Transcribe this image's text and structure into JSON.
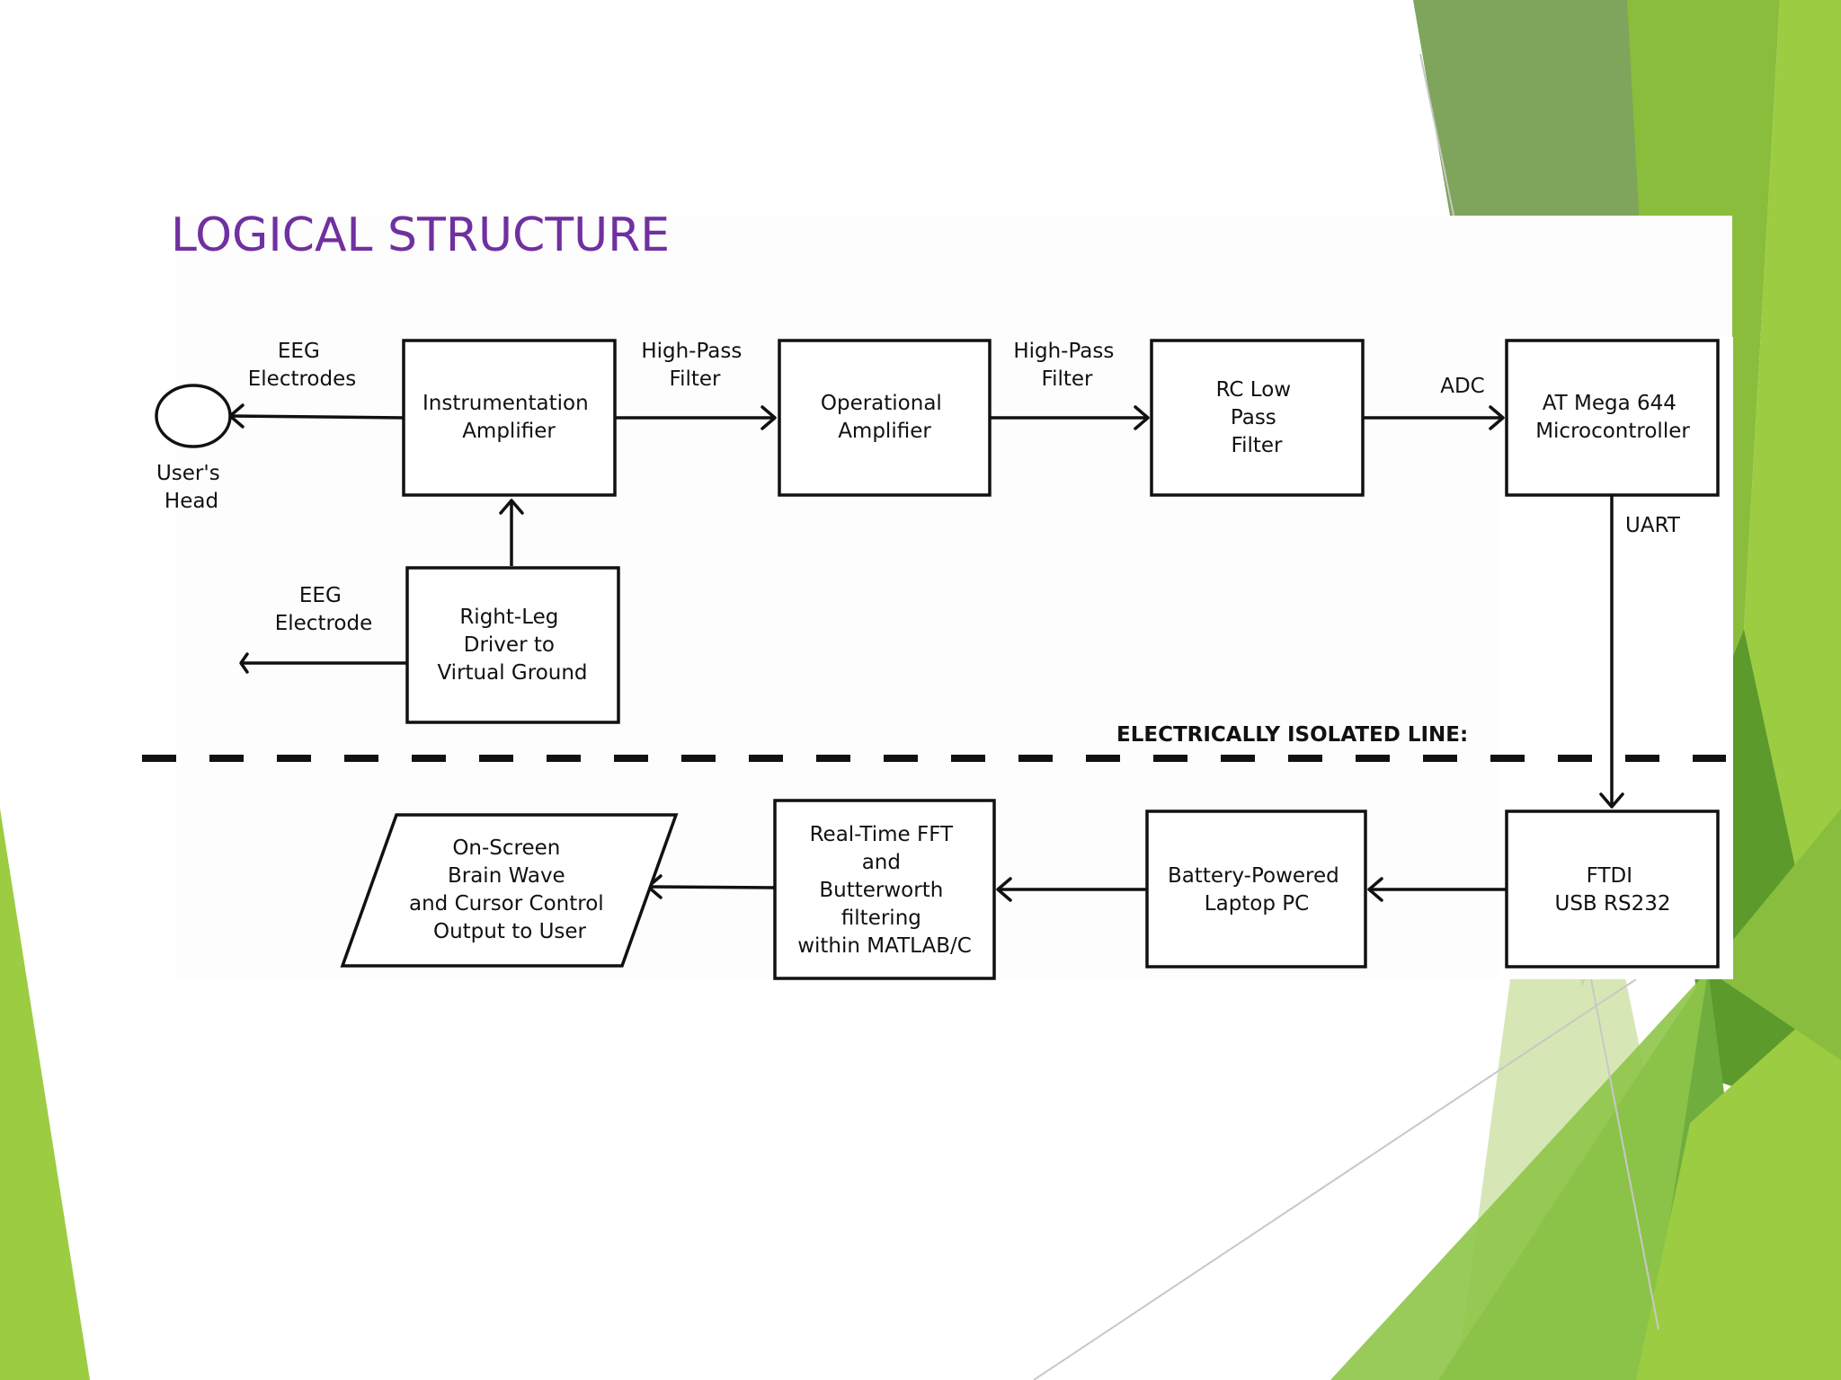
{
  "slide": {
    "title": "LOGICAL STRUCTURE",
    "theme_colors": {
      "title": "#7030a0",
      "accent_light": "#9cc54a",
      "accent_mid": "#7ab344",
      "accent_dark": "#4f8b2b",
      "accent_gray_green": "#77a052"
    }
  },
  "diagram": {
    "nodes": [
      {
        "id": "users-head",
        "shape": "circle",
        "label": [
          "User's",
          "Head"
        ]
      },
      {
        "id": "instrumentation-amplifier",
        "shape": "rect",
        "label": [
          "Instrumentation",
          "Amplifier"
        ]
      },
      {
        "id": "operational-amplifier",
        "shape": "rect",
        "label": [
          "Operational",
          "Amplifier"
        ]
      },
      {
        "id": "rc-low-pass-filter",
        "shape": "rect",
        "label": [
          "RC Low",
          "Pass",
          "Filter"
        ]
      },
      {
        "id": "atmega-microcontroller",
        "shape": "rect",
        "label": [
          "AT Mega 644",
          "Microcontroller"
        ]
      },
      {
        "id": "right-leg-driver",
        "shape": "rect",
        "label": [
          "Right-Leg",
          "Driver to",
          "Virtual Ground"
        ]
      },
      {
        "id": "ftdi-usb",
        "shape": "rect",
        "label": [
          "FTDI",
          "USB RS232"
        ]
      },
      {
        "id": "laptop-pc",
        "shape": "rect",
        "label": [
          "Battery-Powered",
          "Laptop PC"
        ]
      },
      {
        "id": "fft-filtering",
        "shape": "rect",
        "label": [
          "Real-Time FFT",
          "and",
          "Butterworth",
          "filtering",
          "within MATLAB/C"
        ]
      },
      {
        "id": "output-to-user",
        "shape": "parallelogram",
        "label": [
          "On-Screen",
          "Brain Wave",
          "and Cursor Control",
          "Output to User"
        ]
      }
    ],
    "edges": [
      {
        "from": "instrumentation-amplifier",
        "to": "users-head",
        "label": [
          "EEG",
          "Electrodes"
        ]
      },
      {
        "from": "instrumentation-amplifier",
        "to": "operational-amplifier",
        "label": [
          "High-Pass",
          "Filter"
        ]
      },
      {
        "from": "operational-amplifier",
        "to": "rc-low-pass-filter",
        "label": [
          "High-Pass",
          "Filter"
        ]
      },
      {
        "from": "rc-low-pass-filter",
        "to": "atmega-microcontroller",
        "label": [
          "ADC"
        ]
      },
      {
        "from": "right-leg-driver",
        "to": "instrumentation-amplifier",
        "label": []
      },
      {
        "from": "right-leg-driver",
        "to": "eeg-electrode-terminal",
        "label": [
          "EEG",
          "Electrode"
        ]
      },
      {
        "from": "atmega-microcontroller",
        "to": "ftdi-usb",
        "label": [
          "UART"
        ]
      },
      {
        "from": "ftdi-usb",
        "to": "laptop-pc",
        "label": []
      },
      {
        "from": "laptop-pc",
        "to": "fft-filtering",
        "label": []
      },
      {
        "from": "fft-filtering",
        "to": "output-to-user",
        "label": []
      }
    ],
    "isolation_line": {
      "label": "ELECTRICALLY ISOLATED LINE:"
    }
  }
}
